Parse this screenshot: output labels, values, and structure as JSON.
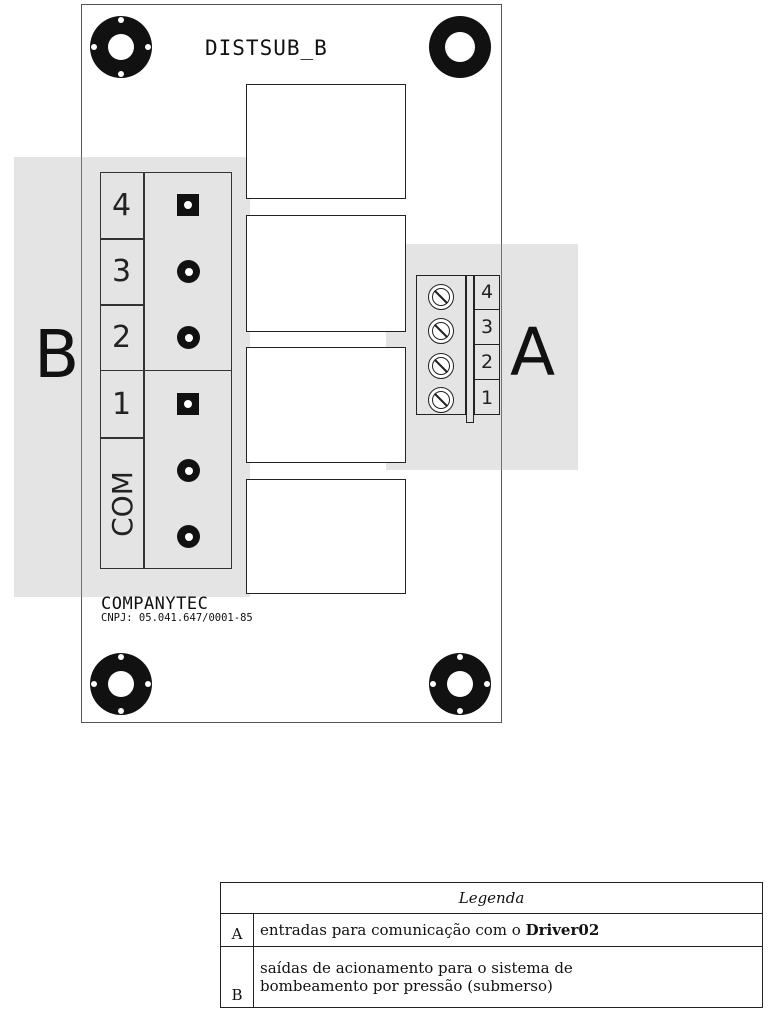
{
  "board": {
    "title": "DISTSUB_B",
    "company": "COMPANYTEC",
    "cnpj": "CNPJ: 05.041.647/0001-85"
  },
  "zones": {
    "a_label": "A",
    "b_label": "B"
  },
  "connector_b": {
    "terminals": [
      "4",
      "3",
      "2",
      "1",
      "COM"
    ]
  },
  "connector_a": {
    "terminals": [
      "4",
      "3",
      "2",
      "1"
    ]
  },
  "legend": {
    "title": "Legenda",
    "rows": [
      {
        "key": "A",
        "text_prefix": "entradas para comunicação com o ",
        "text_bold": "Driver02"
      },
      {
        "key": "B",
        "text_line1": "saídas de acionamento para o sistema de",
        "text_line2": "bombeamento por pressão (submerso)"
      }
    ]
  }
}
